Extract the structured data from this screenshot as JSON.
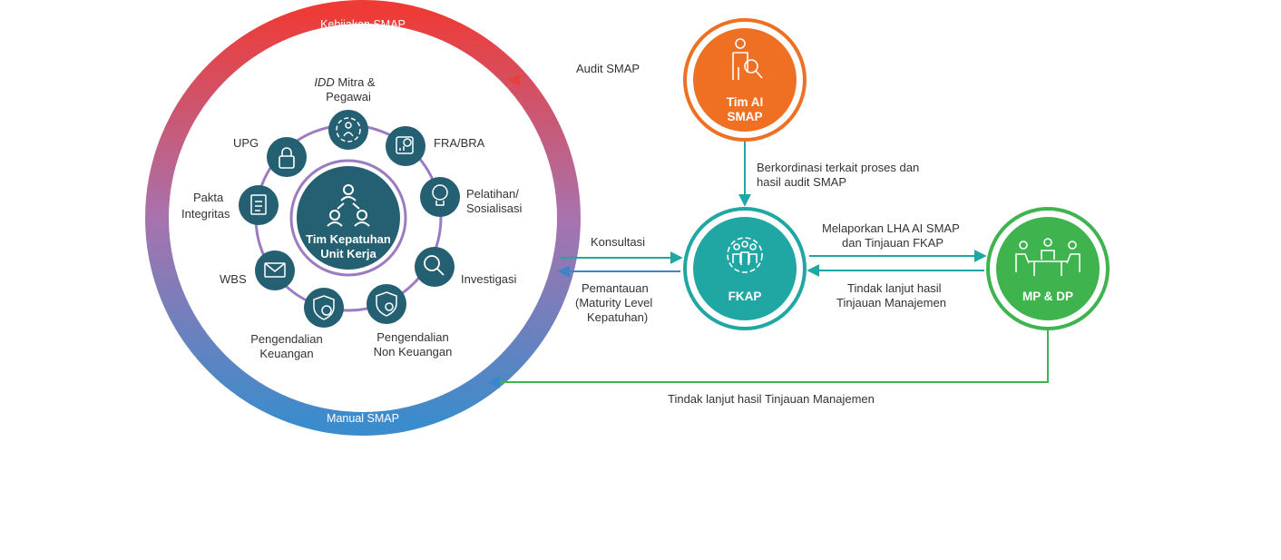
{
  "colors": {
    "teal": "#20a7a4",
    "dark_teal": "#245f72",
    "purple": "#9b7cc2",
    "orange": "#f07023",
    "green": "#3fb44e",
    "red": "#e8403d",
    "blue": "#3a86c8"
  },
  "ring": {
    "top_label": "Kebijakan SMAP",
    "bottom_label": "Manual SMAP"
  },
  "center": {
    "line1": "Tim Kepatuhan",
    "line2": "Unit Kerja",
    "icon": "team-network-icon"
  },
  "elements": [
    {
      "lines": [
        "IDD Mitra &",
        "Pegawai"
      ],
      "icon": "people-target-icon"
    },
    {
      "lines": [
        "FRA/BRA"
      ],
      "icon": "risk-analysis-icon"
    },
    {
      "lines": [
        "Pelatihan/",
        "Sosialisasi"
      ],
      "icon": "lightbulb-brain-icon"
    },
    {
      "lines": [
        "Investigasi"
      ],
      "icon": "magnifier-person-icon"
    },
    {
      "lines": [
        "Pengendalian",
        "Non Keuangan"
      ],
      "icon": "shield-star-icon"
    },
    {
      "lines": [
        "Pengendalian",
        "Keuangan"
      ],
      "icon": "shield-dollar-icon"
    },
    {
      "lines": [
        "WBS"
      ],
      "icon": "mail-icon"
    },
    {
      "lines": [
        "Pakta",
        "Integritas"
      ],
      "icon": "document-icon"
    },
    {
      "lines": [
        "UPG"
      ],
      "icon": "lock-icon"
    }
  ],
  "nodes": {
    "tim_ai": {
      "lines": [
        "Tim AI",
        "SMAP"
      ],
      "icon": "auditor-magnifier-icon"
    },
    "fkap": {
      "label": "FKAP",
      "icon": "gear-people-icon"
    },
    "mp_dp": {
      "label": "MP & DP",
      "icon": "meeting-table-icon"
    }
  },
  "arrows": {
    "audit": "Audit SMAP",
    "koordinasi": [
      "Berkordinasi terkait proses dan",
      "hasil audit SMAP"
    ],
    "konsultasi": "Konsultasi",
    "pemantauan": [
      "Pemantauan",
      "(Maturity Level",
      "Kepatuhan)"
    ],
    "melaporkan": [
      "Melaporkan LHA AI SMAP",
      "dan Tinjauan FKAP"
    ],
    "tindak_fkap": [
      "Tindak lanjut hasil",
      "Tinjauan Manajemen"
    ],
    "tindak_bottom": "Tindak lanjut hasil Tinjauan Manajemen"
  }
}
